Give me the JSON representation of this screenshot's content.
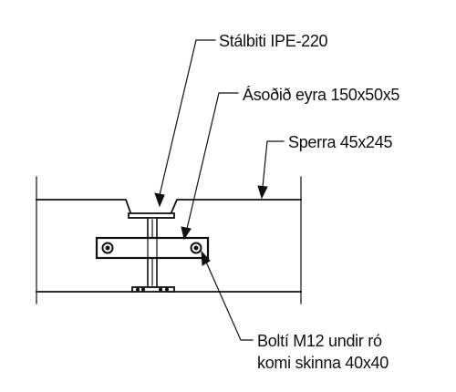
{
  "labels": {
    "beam": "Stálbiti IPE-220",
    "plate": "Ásoðið eyra 150x50x5",
    "rafter": "Sperra 45x245",
    "bolt_line1": "Boltí M12 undir ró",
    "bolt_line2": "komi skinna 40x40"
  }
}
